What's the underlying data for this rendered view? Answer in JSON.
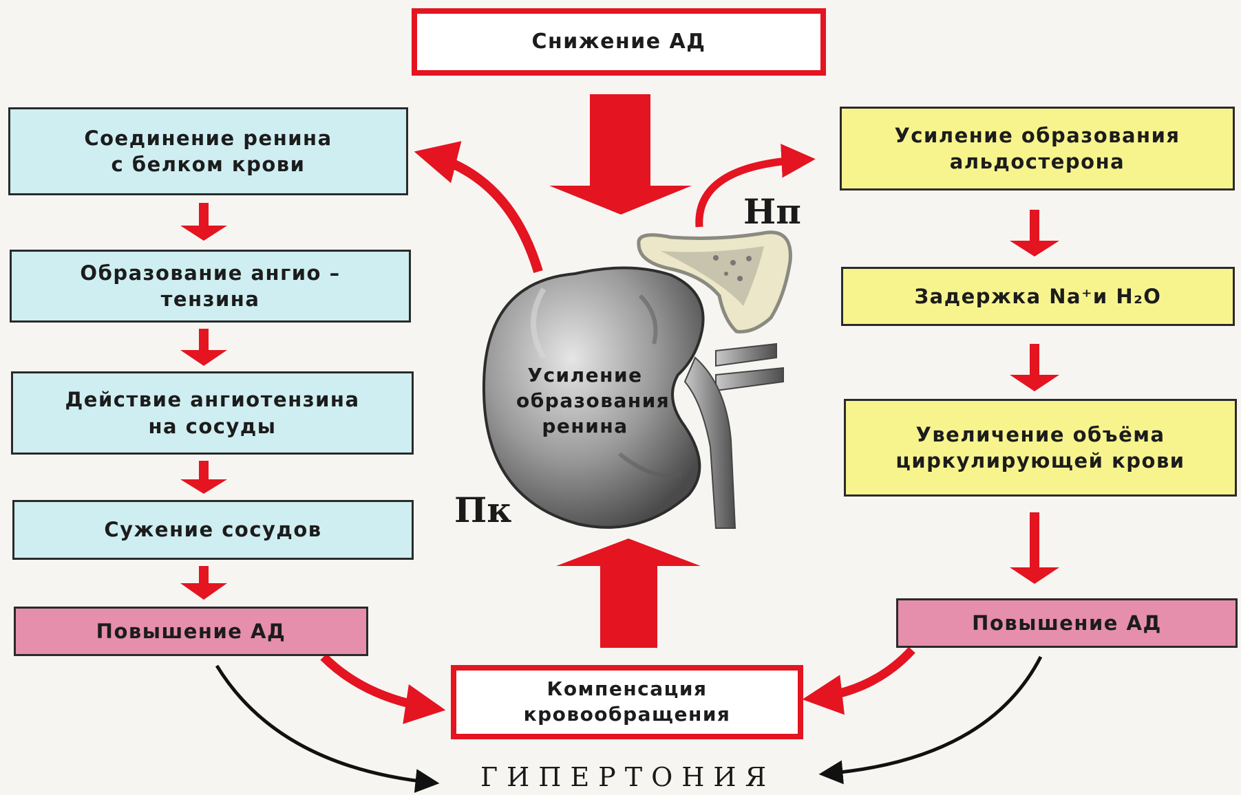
{
  "top": {
    "decrease_bp": "Снижение АД"
  },
  "left_chain": [
    "Соединение ренина\nс белком крови",
    "Образование ангио –\nтензина",
    "Действие ангиотензина\nна сосуды",
    "Сужение сосудов"
  ],
  "left_result": "Повышение АД",
  "right_chain": [
    "Усиление образования\nальдостерона",
    "Задержка Na⁺и H₂O",
    "Увеличение объёма\nциркулирующей крови"
  ],
  "right_result": "Повышение АД",
  "kidney": {
    "text": "Усиление\nобразования\nренина",
    "kidney_label": "Пк",
    "adrenal_label": "Нп"
  },
  "compensation": "Компенсация\nкровообращения",
  "hypertension": "ГИПЕРТОНИЯ",
  "colors": {
    "arrow_red": "#e41421",
    "cyan_box": "#cfeef1",
    "yellow_box": "#f7f48e",
    "pink_box": "#e58fac",
    "black_arrow": "#111111"
  }
}
